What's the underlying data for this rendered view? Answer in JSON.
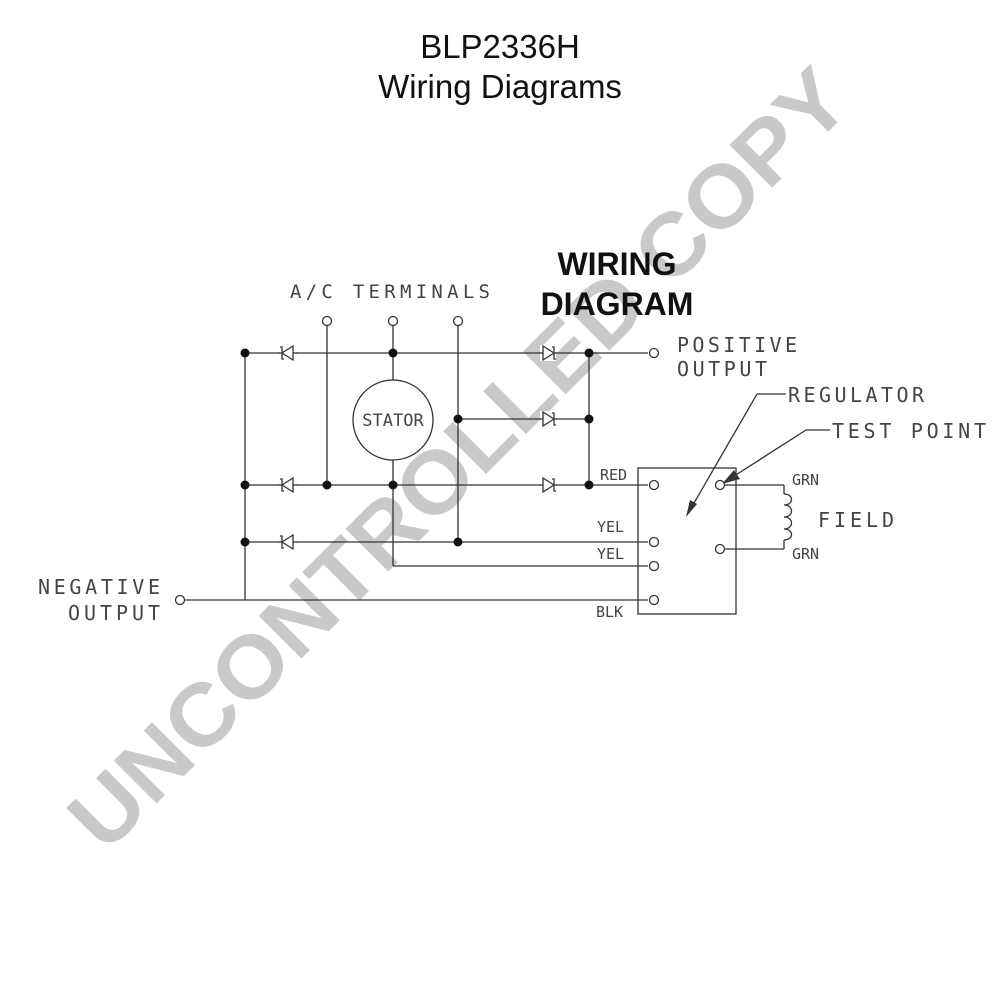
{
  "header": {
    "model": "BLP2336H",
    "subtitle": "Wiring Diagrams"
  },
  "diagram": {
    "heading_line1": "WIRING",
    "heading_line2": "DIAGRAM",
    "ac_terminals": "A/C TERMINALS",
    "stator": "STATOR",
    "positive_output_line1": "POSITIVE",
    "positive_output_line2": "OUTPUT",
    "negative_output_line1": "NEGATIVE",
    "negative_output_line2": "OUTPUT",
    "regulator": "REGULATOR",
    "test_point": "TEST POINT",
    "field": "FIELD",
    "wire_red": "RED",
    "wire_yel_1": "YEL",
    "wire_yel_2": "YEL",
    "wire_blk": "BLK",
    "wire_grn_1": "GRN",
    "wire_grn_2": "GRN"
  },
  "watermark": "UNCONTROLLED COPY",
  "colors": {
    "line": "#333333",
    "text": "#444444",
    "watermark": "#c9c9c9"
  }
}
